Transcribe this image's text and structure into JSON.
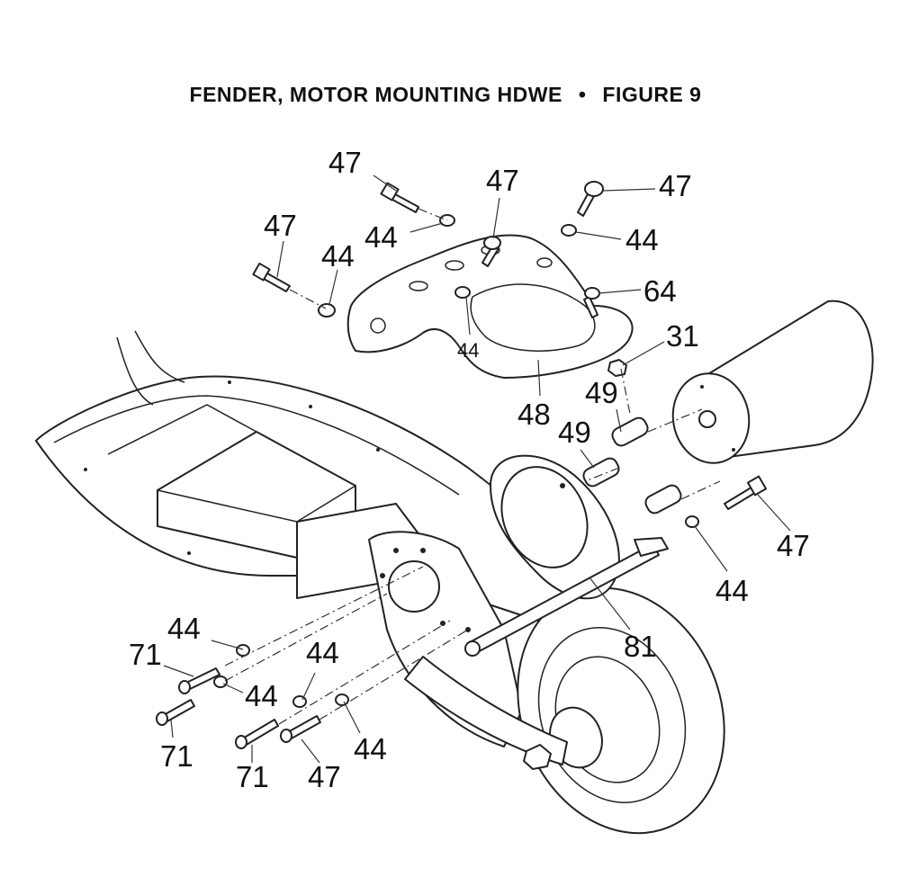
{
  "title": {
    "left": "FENDER, MOTOR MOUNTING HDWE",
    "separator": "•",
    "right": "FIGURE 9"
  },
  "callouts": {
    "c47_top_left": "47",
    "c47_top_center": "47",
    "c47_top_right": "47",
    "c47_left": "47",
    "c44_left": "44",
    "c44_top_center": "44",
    "c44_top_right": "44",
    "c44_inner": "44",
    "c64": "64",
    "c31": "31",
    "c48": "48",
    "c49_upper": "49",
    "c49_lower": "49",
    "c47_right": "47",
    "c44_right": "44",
    "c81": "81",
    "c44_bottom_a": "44",
    "c44_bottom_b": "44",
    "c44_bottom_c": "44",
    "c44_bottom_d": "44",
    "c71_a": "71",
    "c71_b": "71",
    "c71_c": "71",
    "c47_bottom": "47"
  }
}
